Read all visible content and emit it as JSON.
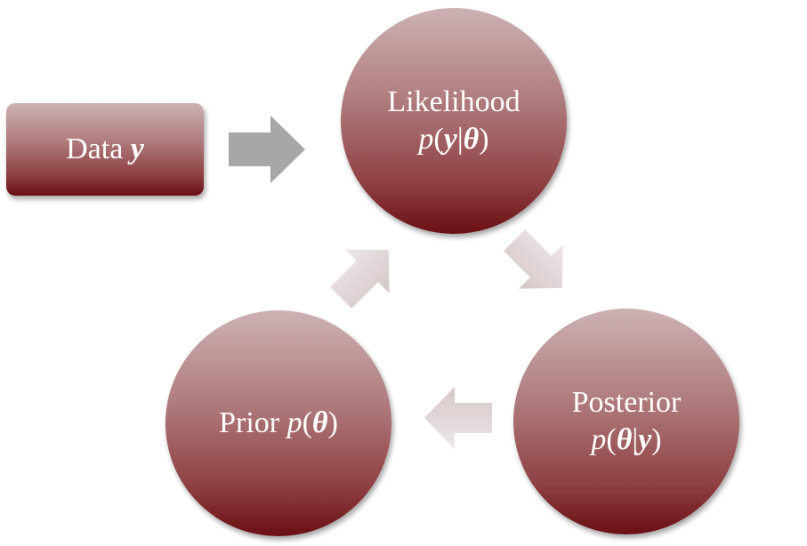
{
  "nodes": {
    "data": {
      "label": "Data",
      "var": "y"
    },
    "likelihood": {
      "title": "Likelihood",
      "fn": "p",
      "arg1": "y",
      "sep": "|",
      "arg2": "θ"
    },
    "posterior": {
      "title": "Posterior",
      "fn": "p",
      "arg1": "θ",
      "sep": "|",
      "arg2": "y"
    },
    "prior": {
      "title": "Prior",
      "fn": "p",
      "arg1": "θ"
    }
  },
  "colors": {
    "node_top": "#cdb2b3",
    "node_bottom": "#6a0f13",
    "arrow_gray": "#a9a7a5",
    "arrow_light": "#e4dadb"
  }
}
